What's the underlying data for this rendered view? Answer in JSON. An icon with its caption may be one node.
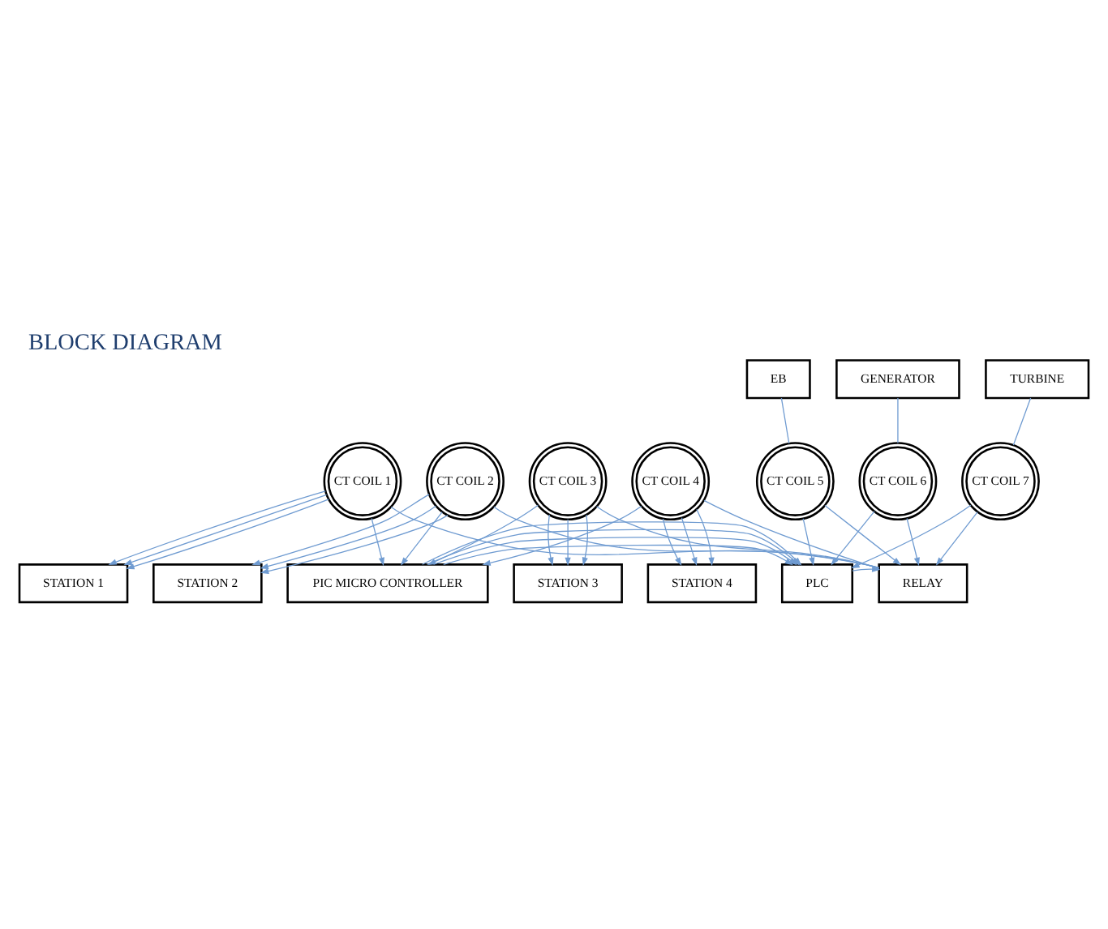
{
  "diagram": {
    "title": "BLOCK DIAGRAM",
    "nodes": [
      {
        "text": [
          "STATION 1"
        ]
      },
      {
        "text": [
          "STATION 2"
        ]
      },
      {
        "text": [
          "STATION 3"
        ]
      },
      {
        "text": [
          "STATION 4"
        ]
      },
      {
        "text": [
          "CT COIL 1"
        ]
      },
      {
        "text": [
          "CT COIL 2"
        ]
      },
      {
        "text": [
          "CT COIL 3"
        ]
      },
      {
        "text": [
          "CT COIL 4"
        ]
      },
      {
        "text": [
          "RELAY"
        ]
      },
      {
        "text": [
          "PLC"
        ]
      },
      {
        "text": [
          "PIC MICRO CONTROLLER"
        ]
      },
      {
        "text": [
          "CT COIL 5"
        ]
      },
      {
        "text": [
          "CT COIL 6"
        ]
      },
      {
        "text": [
          "CT COIL 7"
        ]
      },
      {
        "text": [
          "EB"
        ]
      },
      {
        "text": [
          "GENERATOR"
        ]
      },
      {
        "text": [
          "TURBINE"
        ]
      }
    ],
    "edges": [
      {
        "from": 4,
        "to": 0,
        "arrow": "to"
      },
      {
        "from": 4,
        "to": 0,
        "arrow": "to"
      },
      {
        "from": 4,
        "to": 0,
        "arrow": "to"
      },
      {
        "from": 5,
        "to": 1,
        "arrow": "to"
      },
      {
        "from": 5,
        "to": 1,
        "arrow": "to"
      },
      {
        "from": 5,
        "to": 1,
        "arrow": "to"
      },
      {
        "from": 6,
        "to": 2,
        "arrow": "to"
      },
      {
        "from": 6,
        "to": 2,
        "arrow": "to"
      },
      {
        "from": 6,
        "to": 2,
        "arrow": "to"
      },
      {
        "from": 7,
        "to": 3,
        "arrow": "to"
      },
      {
        "from": 7,
        "to": 3,
        "arrow": "to"
      },
      {
        "from": 7,
        "to": 3,
        "arrow": "to"
      },
      {
        "from": 4,
        "to": 8,
        "arrow": "none"
      },
      {
        "from": 5,
        "to": 8,
        "arrow": "none"
      },
      {
        "from": 6,
        "to": 8,
        "arrow": "none"
      },
      {
        "from": 7,
        "to": 8,
        "arrow": "none"
      },
      {
        "from": 4,
        "to": 10,
        "arrow": "to"
      },
      {
        "from": 5,
        "to": 10,
        "arrow": "to"
      },
      {
        "from": 6,
        "to": 10,
        "arrow": "to"
      },
      {
        "from": 7,
        "to": 10,
        "arrow": "to"
      },
      {
        "from": 9,
        "to": 8,
        "arrow": "to"
      },
      {
        "from": 10,
        "to": 9,
        "arrow": "to"
      },
      {
        "from": 10,
        "to": 9,
        "arrow": "to"
      },
      {
        "from": 10,
        "to": 9,
        "arrow": "to"
      },
      {
        "from": 10,
        "to": 9,
        "arrow": "to"
      },
      {
        "from": 11,
        "to": 8,
        "arrow": "to"
      },
      {
        "from": 12,
        "to": 8,
        "arrow": "to"
      },
      {
        "from": 13,
        "to": 8,
        "arrow": "to"
      },
      {
        "from": 13,
        "to": 9,
        "arrow": "to"
      },
      {
        "from": 12,
        "to": 9,
        "arrow": "to"
      },
      {
        "from": 11,
        "to": 9,
        "arrow": "to"
      },
      {
        "from": 14,
        "to": 11,
        "arrow": "none"
      },
      {
        "from": 15,
        "to": 12,
        "arrow": "none"
      },
      {
        "from": 16,
        "to": 13,
        "arrow": "none"
      }
    ]
  }
}
